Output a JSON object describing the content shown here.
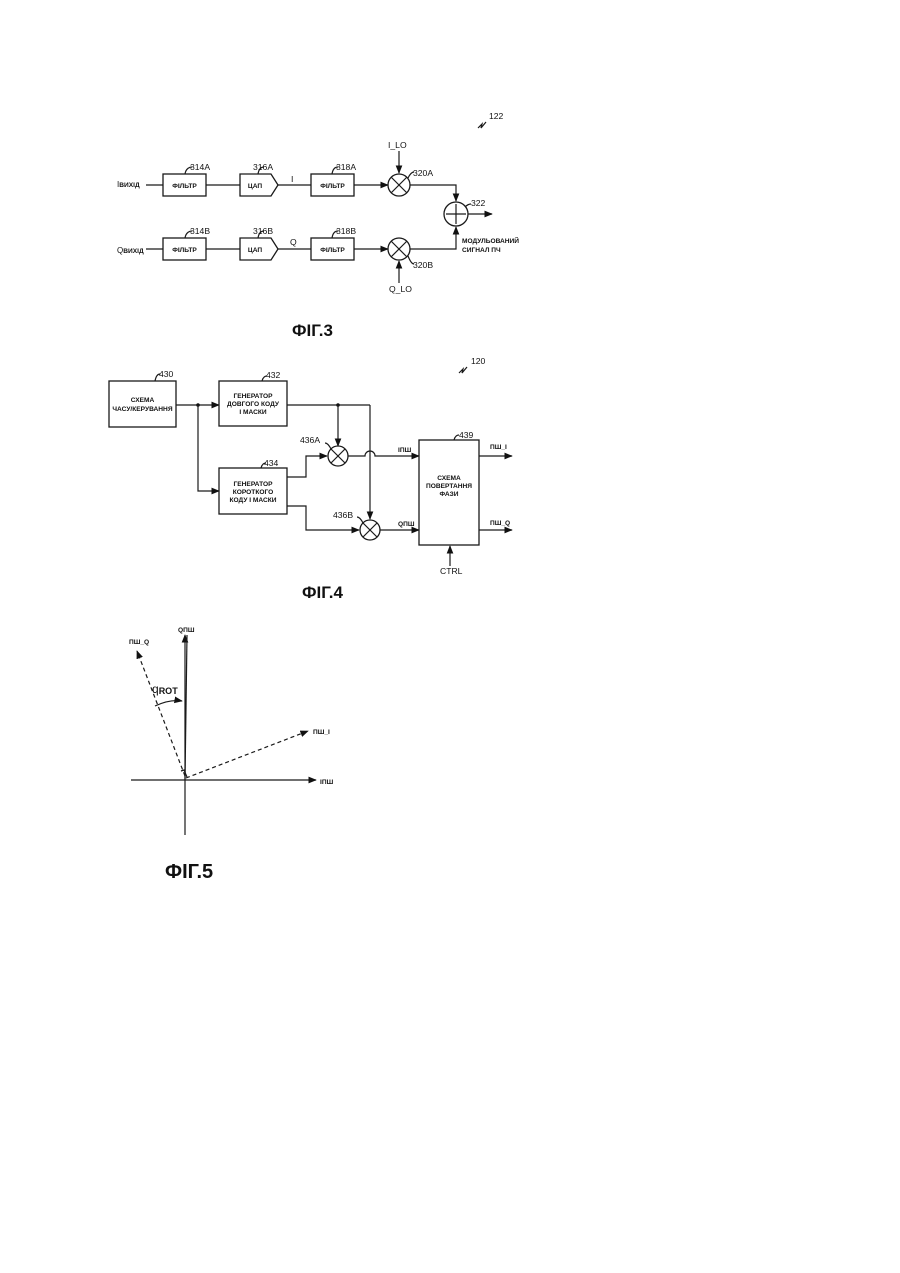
{
  "fig3": {
    "ref": "122",
    "caption": "ФІГ.3",
    "in_i": "I",
    "in_i_sub": "ВИХІД",
    "in_q": "Q",
    "in_q_sub": "ВИХІД",
    "b314a": {
      "label": "ФІЛЬТР",
      "ref": "314A"
    },
    "b316a": {
      "label": "ЦАП",
      "ref": "316A"
    },
    "b318a": {
      "label": "ФІЛЬТР",
      "ref": "318A"
    },
    "b314b": {
      "label": "ФІЛЬТР",
      "ref": "314B"
    },
    "b316b": {
      "label": "ЦАП",
      "ref": "316B"
    },
    "b318b": {
      "label": "ФІЛЬТР",
      "ref": "318B"
    },
    "sig_i": "I",
    "sig_q": "Q",
    "i_lo": "I_LO",
    "q_lo": "Q_LO",
    "ref320a": "320A",
    "ref320b": "320B",
    "ref322": "322",
    "out1": "МОДУЛЬОВАНИЙ",
    "out2": "СИГНАЛ ПЧ"
  },
  "fig4": {
    "ref": "120",
    "caption": "ФІГ.4",
    "b430": {
      "l1": "СХЕМА",
      "l2": "ЧАСУ/КЕРУВАННЯ",
      "ref": "430"
    },
    "b432": {
      "l1": "ГЕНЕРАТОР",
      "l2": "ДОВГОГО КОДУ",
      "l3": "І МАСКИ",
      "ref": "432"
    },
    "b434": {
      "l1": "ГЕНЕРАТОР",
      "l2": "КОРОТКОГО",
      "l3": "КОДУ І МАСКИ",
      "ref": "434"
    },
    "b439": {
      "l1": "СХЕМА",
      "l2": "ПОВЕРТАННЯ",
      "l3": "ФАЗИ",
      "ref": "439"
    },
    "ref436a": "436A",
    "ref436b": "436B",
    "ipn": "IПШ",
    "qpn": "QПШ",
    "out_i": "ПШ_I",
    "out_q": "ПШ_Q",
    "ctrl": "CTRL"
  },
  "fig5": {
    "caption": "ФІГ.5",
    "qpn": "QПШ",
    "ipn": "IПШ",
    "pn_q": "ПШ_Q",
    "pn_i": "ПШ_I",
    "theta": "q",
    "theta_sub": "ROT"
  }
}
